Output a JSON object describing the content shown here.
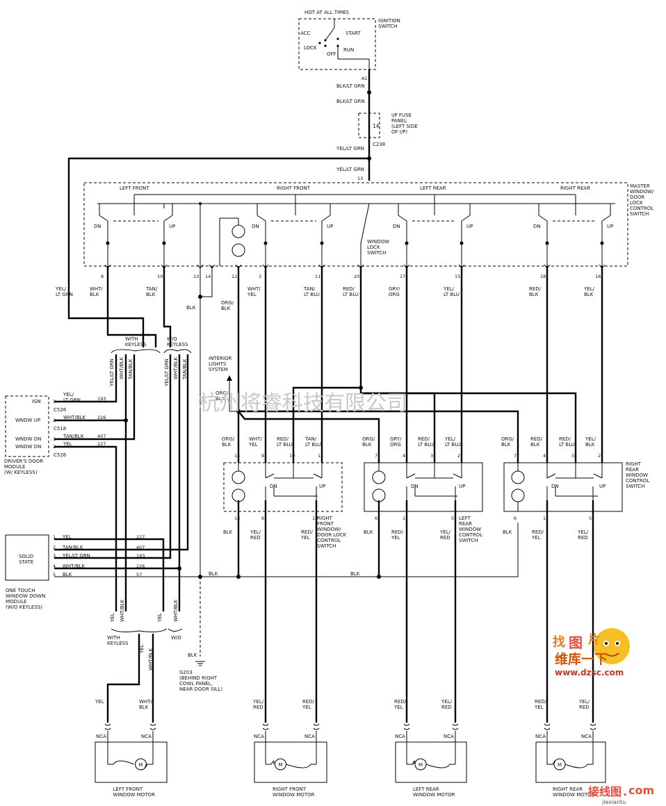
{
  "ignition": {
    "hot": "HOT AT ALL TIMES",
    "title": "IGNITION\nSWITCH",
    "acc": "ACC",
    "lock": "LOCK",
    "off": "OFF",
    "start": "START",
    "run": "RUN",
    "pin": "A1"
  },
  "top_wires": {
    "w1": "BLK/LT GRN",
    "w2": "BLK/LT GRN",
    "w3": "YEL/LT GRN",
    "w4": "YEL/LT GRN"
  },
  "fuse": {
    "num": "14",
    "label": "I/P FUSE\nPANEL\n(LEFT SIDE\nOF I/P)",
    "connector": "C238"
  },
  "master": {
    "title": "MASTER\nWINDOW/\nDOOR\nLOCK\nCONTROL\nSWITCH",
    "sections": [
      "LEFT FRONT",
      "RIGHT FRONT",
      "LEFT REAR",
      "RIGHT REAR"
    ],
    "dn": "DN",
    "up": "UP",
    "pin13": "13",
    "lock": "WINDOW\nLOCK\nSWITCH",
    "pins": [
      "8",
      "10",
      "13",
      "14",
      "12",
      "3",
      "11",
      "20",
      "17",
      "15",
      "18",
      "16"
    ],
    "wires": [
      "WHT/\nBLK",
      "TAN/\nBLK",
      "BLK",
      "BLK",
      "ORG/\nBLK",
      "WHT/\nYEL",
      "TAN/\nLT BLU",
      "RED/\nLT BLU",
      "GRY/\nORG",
      "YEL/\nLT BLU",
      "RED/\nBLK",
      "YEL/\nBLK"
    ]
  },
  "left_wires": {
    "yel_ltgrn": "YEL/\nLT GRN",
    "with_keyless": "WITH\nKEYLESS",
    "wo_keyless": "W/O\nKEYLESS",
    "vert": [
      "YEL/LT GRN",
      "WHT/BLK",
      "TAN/BLK",
      "YEL/LT GRN",
      "WHT/BLK",
      "TAN/BLK"
    ]
  },
  "interior": "INTERIOR\nLIGHTS\nSYSTEM",
  "orgblk": "ORG/\nBLK",
  "drivers_module": {
    "title": "DRIVER'S DOOR\nMODULE\n(W/ KEYLESS)",
    "rows": [
      {
        "label": "IGN",
        "pin": "3",
        "wire": "YEL/\nLT GRN",
        "circ": "193",
        "conn": "C526"
      },
      {
        "label": "WNDW UP",
        "pin": "2",
        "wire": "WHT/BLK",
        "circ": "226",
        "conn": "C518"
      },
      {
        "label": "WNDW DN",
        "pin": "1",
        "wire": "TAN/BLK",
        "circ": "407",
        "conn": ""
      },
      {
        "label": "WNDW DN",
        "pin": "2",
        "wire": "YEL",
        "circ": "227",
        "conn": "C526"
      }
    ]
  },
  "solid_state": {
    "box": "SOLID\nSTATE",
    "title": "ONE TOUCH\nWINDOW DOWN\nMODULE\n(W/O KEYLESS)",
    "rows": [
      {
        "pin": "1",
        "wire": "YEL",
        "circ": "227"
      },
      {
        "pin": "2",
        "wire": "TAN/BLK",
        "circ": "407"
      },
      {
        "pin": "3",
        "wire": "YEL/LT GRN",
        "circ": "193"
      },
      {
        "pin": "4",
        "wire": "WHT/BLK",
        "circ": "226"
      },
      {
        "pin": "5",
        "wire": "BLK",
        "circ": "57"
      }
    ]
  },
  "bottom_left": {
    "with_keyless": "WITH\nKEYLESS",
    "wo": "W/O",
    "vert": [
      "YEL",
      "WHT/BLK",
      "YEL",
      "WHT/BLK"
    ],
    "yel": "YEL",
    "whtblk": "WHT/BLK"
  },
  "ground": {
    "blk": "BLK",
    "title": "G203\n(BEHIND RIGHT\nCOWL PANEL,\nNEAR DOOR SILL)"
  },
  "blk_label": "BLK",
  "rf_switch": {
    "title": "RIGHT\nFRONT\nWINDOW/\nDOOR LOCK\nCONTROL\nSWITCH",
    "top": [
      {
        "pin": "14",
        "wire": "ORG/\nBLK"
      },
      {
        "pin": "9",
        "wire": "WHT/\nYEL"
      },
      {
        "pin": "10",
        "wire": "RED/\nLT BLU"
      },
      {
        "pin": "11",
        "wire": "TAN/\nLT BLU"
      }
    ],
    "bottom": [
      {
        "pin": "13",
        "wire": "BLK"
      },
      {
        "pin": "6",
        "wire": "YEL/\nRED"
      },
      {
        "pin": "12",
        "wire": "RED/\nYEL"
      }
    ]
  },
  "lr_switch": {
    "title": "LEFT\nREAR\nWINDOW\nCONTROL\nSWITCH",
    "top": [
      {
        "pin": "7",
        "wire": "ORG/\nBLK"
      },
      {
        "pin": "4",
        "wire": "GRY/\nORG"
      },
      {
        "pin": "3",
        "wire": "RED/\nLT BLU"
      },
      {
        "pin": "2",
        "wire": "YEL/\nLT BLU"
      }
    ],
    "bottom": [
      {
        "pin": "6",
        "wire": "BLK"
      },
      {
        "pin": "1",
        "wire": "RED/\nYEL"
      },
      {
        "pin": "5",
        "wire": "YEL/\nRED"
      }
    ]
  },
  "rr_switch": {
    "title": "RIGHT\nREAR\nWINDOW\nCONTROL\nSWITCH",
    "top": [
      {
        "pin": "7",
        "wire": "ORG/\nBLK"
      },
      {
        "pin": "4",
        "wire": "RED/\nBLK"
      },
      {
        "pin": "3",
        "wire": "RED/\nLT BLU"
      },
      {
        "pin": "2",
        "wire": "YEL/\nBLK"
      }
    ],
    "bottom": [
      {
        "pin": "6",
        "wire": "BLK"
      },
      {
        "pin": "1",
        "wire": "RED/\nYEL"
      },
      {
        "pin": "5",
        "wire": "YEL/\nRED"
      }
    ]
  },
  "motors": [
    {
      "title": "LEFT FRONT\nWINDOW MOTOR",
      "w1": "YEL",
      "w2": "WHT/\nBLK"
    },
    {
      "title": "RIGHT FRONT\nWINDOW MOTOR",
      "w1": "YEL/\nRED",
      "w2": "RED/\nYEL"
    },
    {
      "title": "LEFT REAR\nWINDOW MOTOR",
      "w1": "RED/\nYEL",
      "w2": "YEL/\nRED"
    },
    {
      "title": "RIGHT REAR\nWINDOW MOTOR",
      "w1": "RED/\nYEL",
      "w2": "YEL/\nRED"
    }
  ],
  "nca": "NCA",
  "motor_m": "M",
  "watermark": "杭州将睿科技有限公司",
  "logo": {
    "top": "找",
    "mid": "图",
    "right": "片",
    "cn": "维库一下",
    "url": "www.dzsc.com"
  },
  "footer": {
    "cn": "接线图",
    "dot": ".",
    "com": "com",
    "url": "jiexiantu"
  }
}
